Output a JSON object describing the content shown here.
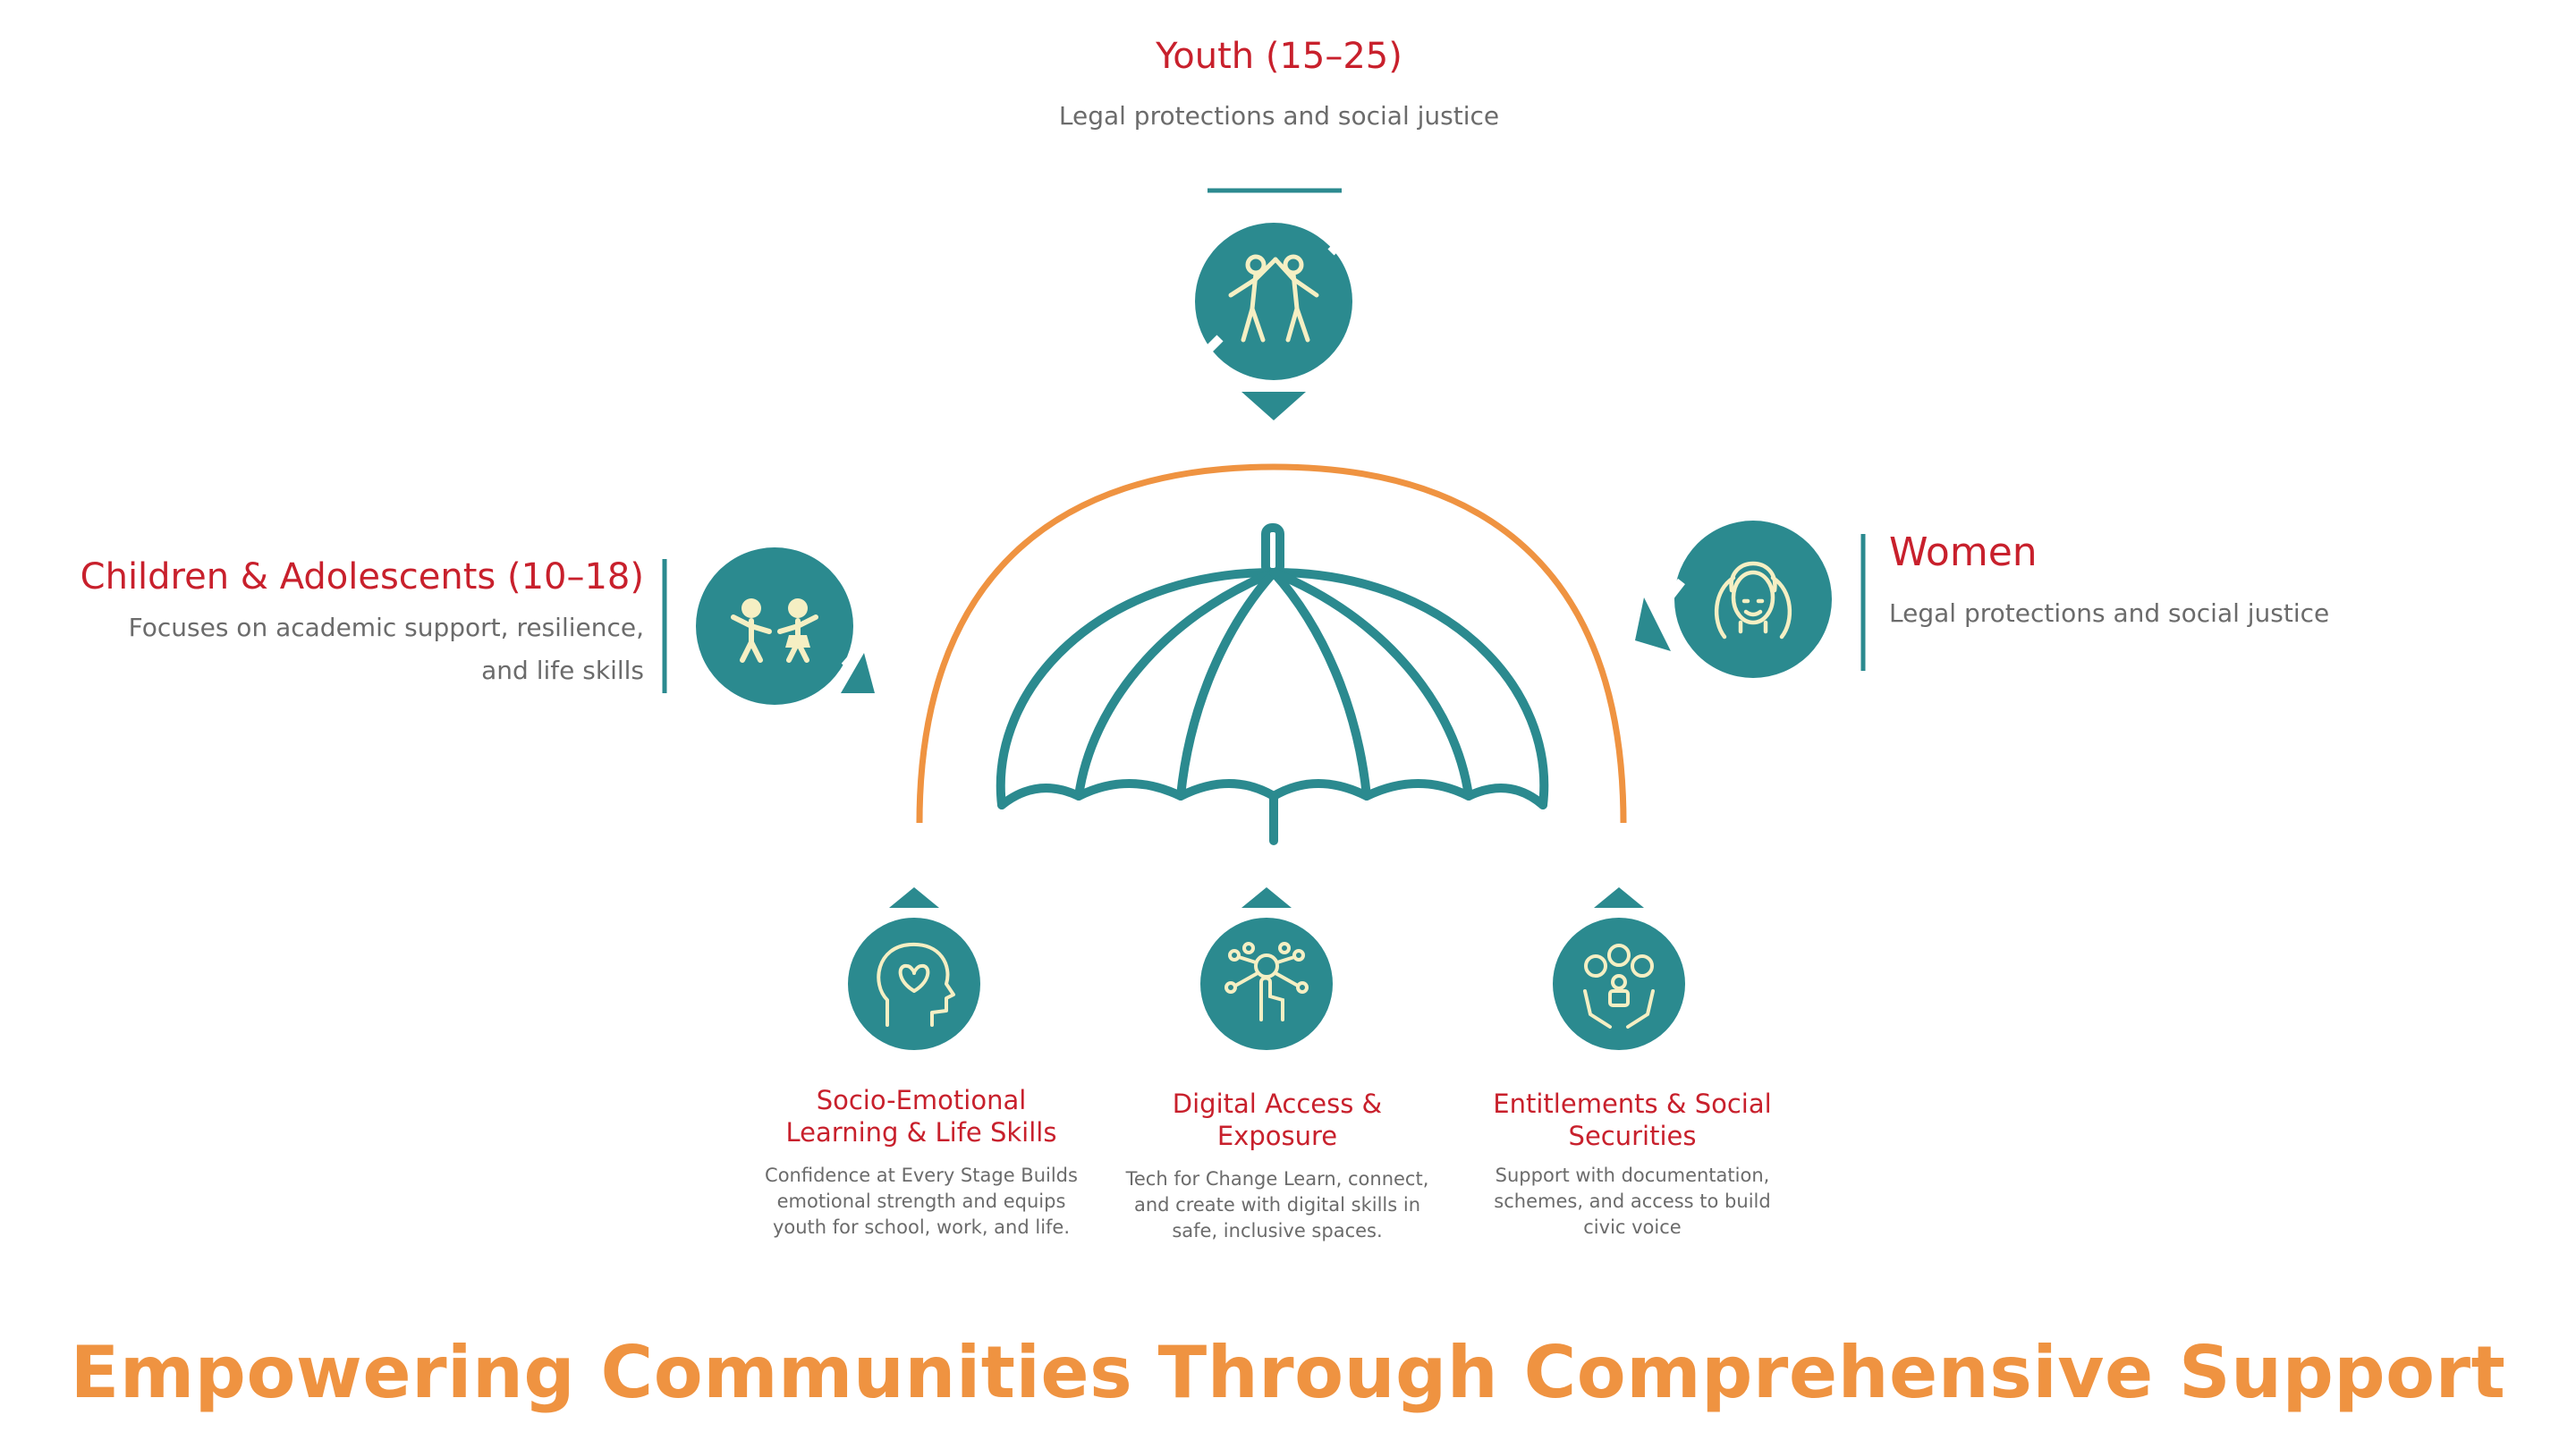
{
  "youth": {
    "title": "Youth (15–25)",
    "description": "Legal protections and social justice",
    "icon": "people-dancing-icon"
  },
  "children": {
    "title": "Children & Adolescents (10–18)",
    "description": "Focuses on academic support, resilience, and life skills",
    "icon": "children-playing-icon"
  },
  "women": {
    "title": "Women",
    "description": "Legal protections and social justice",
    "icon": "woman-face-icon"
  },
  "pillars": [
    {
      "title": "Socio-Emotional Learning & Life Skills",
      "description": "Confidence at Every Stage Builds emotional strength and equips youth for school, work, and life.",
      "icon": "brain-heart-icon"
    },
    {
      "title": "Digital Access & Exposure",
      "description": "Tech for Change Learn, connect, and create with digital skills in safe, inclusive spaces.",
      "icon": "digital-network-icon"
    },
    {
      "title": "Entitlements & Social Securities",
      "description": "Support with documentation, schemes, and access to build civic voice",
      "icon": "hands-entitlements-icon"
    }
  ],
  "headline": "Empowering Communities Through Comprehensive Support",
  "colors": {
    "teal": "#2b8a8f",
    "orange": "#ef9341",
    "red": "#c8202c",
    "grey": "#6b6b6b",
    "icon_line": "#f5efc3"
  }
}
